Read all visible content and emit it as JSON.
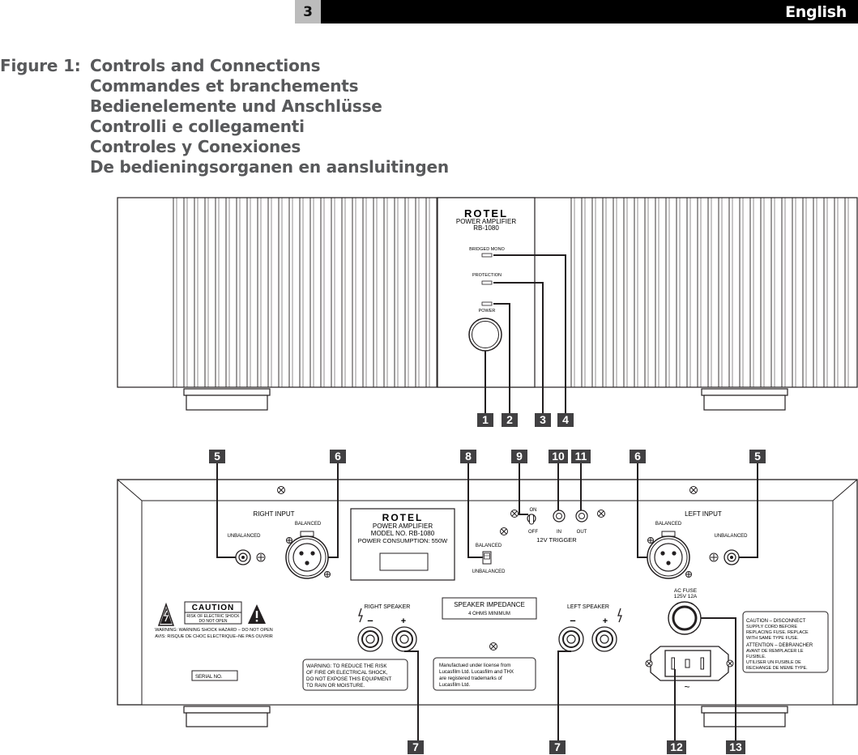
{
  "header": {
    "page_number": "3",
    "language": "English"
  },
  "figure": {
    "label": "Figure 1:",
    "captions": [
      "Controls and Connections",
      "Commandes et branchements",
      "Bedienelemente und Anschlüsse",
      "Controlli e collegamenti",
      "Controles y Conexiones",
      "De bedieningsorganen en aansluitingen"
    ]
  },
  "front_panel": {
    "brand": "ROTEL",
    "product": "POWER AMPLIFIER",
    "model": "RB-1080",
    "indicators": [
      "BRIDGED MONO",
      "PROTECTION",
      "POWER"
    ]
  },
  "rear_panel": {
    "right_input": "RIGHT INPUT",
    "left_input": "LEFT INPUT",
    "unbalanced": "UNBALANCED",
    "balanced": "BALANCED",
    "label_plate": [
      "ROTEL",
      "POWER AMPLIFIER",
      "MODEL NO. RB-1080",
      "POWER CONSUMPTION: 550W"
    ],
    "switch_balanced": "BALANCED",
    "switch_unbalanced": "UNBALANCED",
    "trigger_on": "ON",
    "trigger_off": "OFF",
    "trigger_in": "IN",
    "trigger_out": "OUT",
    "trigger_label": "12V TRIGGER",
    "caution_title": "CAUTION",
    "caution_sub1": "RISK OF ELECTRIC SHOCK",
    "caution_sub2": "DO NOT OPEN",
    "warning_line": "WARNING: WARNING SHOCK HAZARD – DO NOT OPEN",
    "avis_line": "AVIS: RISQUE DE CHOC ELECTRIQUE–NE PAS OUVRIR",
    "serial": "SERIAL NO.",
    "right_speaker": "RIGHT SPEAKER",
    "left_speaker": "LEFT SPEAKER",
    "impedance_title": "SPEAKER IMPEDANCE",
    "impedance_sub": "4 OHMS MINIMUM",
    "warning_box": [
      "WARNING: TO REDUCE THE RISK",
      "OF FIRE OR ELECTRICAL SHOCK,",
      "DO NOT EXPOSE THIS EQUIPMENT",
      "TO RAIN OR MOISTURE."
    ],
    "thx_box": [
      "Manufactued under license from",
      "Lucasfilm Ltd. Lucasfilm and THX",
      "are registered trademarks of",
      "Lucasfilm Ltd."
    ],
    "ac_fuse": [
      "AC FUSE",
      "125V  12A"
    ],
    "fuse_caution": [
      "CAUTION – DISCONNECT",
      "SUPPLY CORD BEFORE",
      "REPLACING FUSE. REPLACE",
      "WITH SAME TYPE FUSE.",
      "ATTENTION – DEBRANCHER",
      "AVANT DE REMPLACER LE",
      "FUSIBLE.",
      "UTILISER UN FUSIBLE DE",
      "RECHANGE DE MEME TYPE."
    ]
  },
  "callouts": {
    "front": [
      "1",
      "2",
      "3",
      "4"
    ],
    "rear_top": [
      "5",
      "6",
      "8",
      "9",
      "10",
      "11",
      "6",
      "5"
    ],
    "rear_bottom": [
      "7",
      "7",
      "12",
      "13"
    ]
  }
}
